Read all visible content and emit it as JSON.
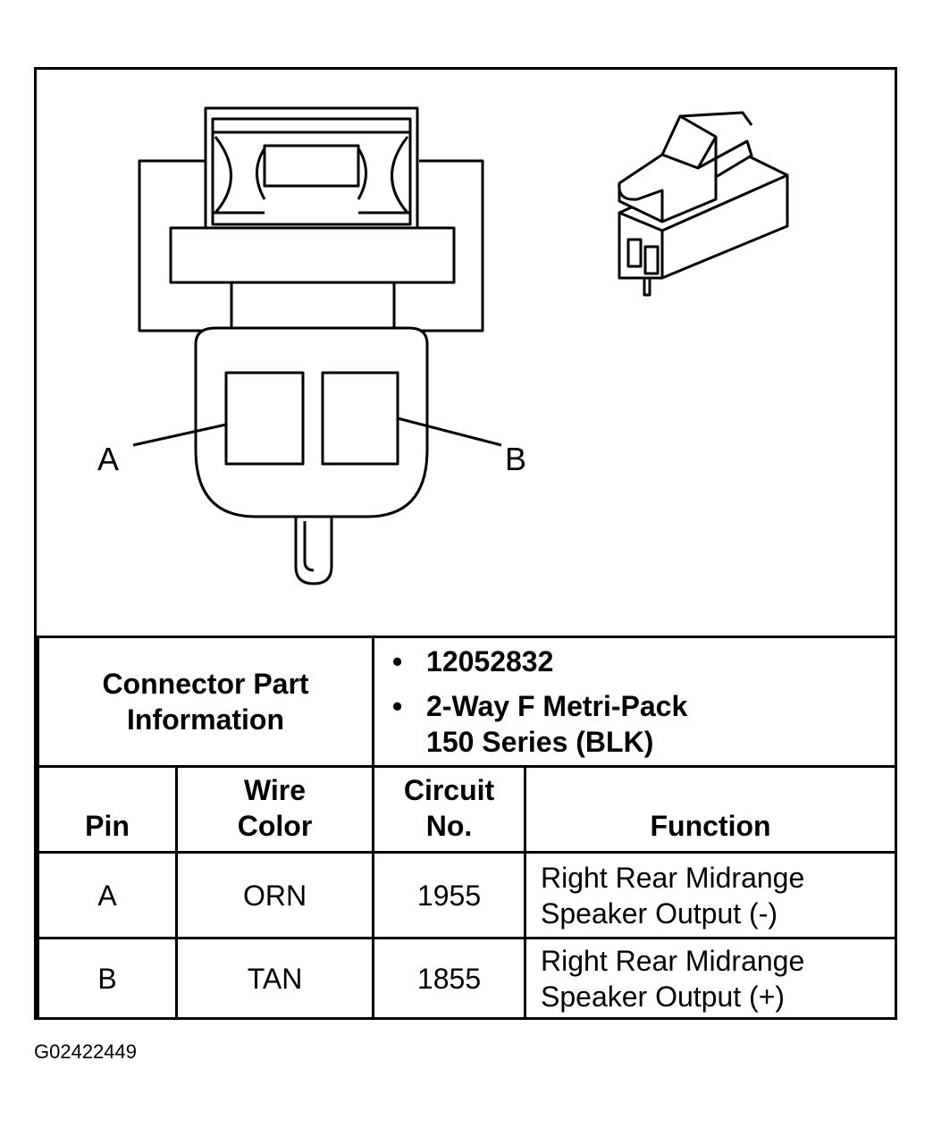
{
  "pin_labels": {
    "a": "A",
    "b": "B"
  },
  "part_info": {
    "header": [
      "Connector Part",
      "Information"
    ],
    "bullet": "•",
    "items": [
      {
        "line1": "12052832",
        "line2": ""
      },
      {
        "line1": "2-Way F Metri-Pack",
        "line2": "150 Series (BLK)"
      }
    ]
  },
  "table": {
    "headers": {
      "pin": "Pin",
      "wire_color": [
        "Wire",
        "Color"
      ],
      "circuit": [
        "Circuit",
        "No."
      ],
      "function": "Function"
    },
    "rows": [
      {
        "pin": "A",
        "color": "ORN",
        "circuit": "1955",
        "function": [
          "Right Rear Midrange",
          "Speaker Output (-)"
        ]
      },
      {
        "pin": "B",
        "color": "TAN",
        "circuit": "1855",
        "function": [
          "Right Rear Midrange",
          "Speaker Output (+)"
        ]
      }
    ]
  },
  "figure_code": "G02422449"
}
